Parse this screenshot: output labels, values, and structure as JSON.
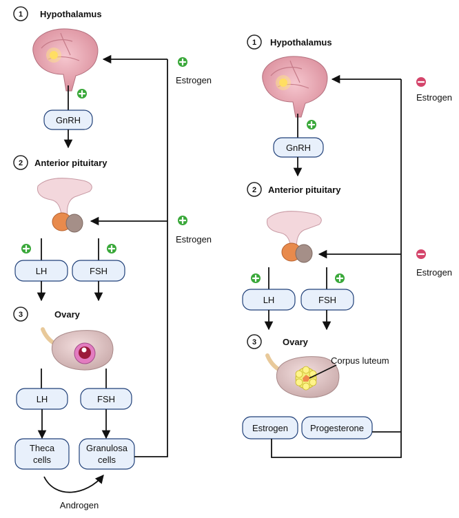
{
  "left": {
    "steps": [
      {
        "num": "1",
        "label": "Hypothalamus"
      },
      {
        "num": "2",
        "label": "Anterior pituitary"
      },
      {
        "num": "3",
        "label": "Ovary"
      }
    ],
    "boxes": {
      "gnrh": "GnRH",
      "lh_top": "LH",
      "fsh_top": "FSH",
      "lh_ovary": "LH",
      "fsh_ovary": "FSH",
      "theca": [
        "Theca",
        "cells"
      ],
      "granulosa": [
        "Granulosa",
        "cells"
      ]
    },
    "feedback": [
      {
        "label": "Estrogen",
        "sign": "+"
      },
      {
        "label": "Estrogen",
        "sign": "+"
      }
    ],
    "androgen_label": "Androgen"
  },
  "right": {
    "steps": [
      {
        "num": "1",
        "label": "Hypothalamus"
      },
      {
        "num": "2",
        "label": "Anterior pituitary"
      },
      {
        "num": "3",
        "label": "Ovary"
      }
    ],
    "boxes": {
      "gnrh": "GnRH",
      "lh": "LH",
      "fsh": "FSH",
      "estrogen": "Estrogen",
      "progesterone": "Progesterone"
    },
    "corpus_luteum_label": "Corpus luteum",
    "feedback": [
      {
        "label": "Estrogen",
        "sign": "-"
      },
      {
        "label": "Estrogen",
        "sign": "-"
      }
    ]
  },
  "colors": {
    "stimulate": "#3aa83a",
    "inhibit": "#d4456b",
    "box_fill": "#e8f0fb",
    "box_stroke": "#1f3f78"
  }
}
